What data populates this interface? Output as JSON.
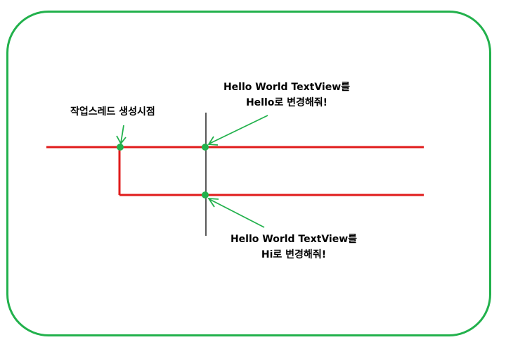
{
  "colors": {
    "frame": "#22b14c",
    "thread_line": "#e01b1b",
    "marker": "#22b14c",
    "arrow": "#22b14c",
    "time_line": "#000000"
  },
  "labels": {
    "thread_creation": "작업스레드 생성시점",
    "hello_request": {
      "line1": "Hello World TextView를",
      "line2": "Hello로 변경해줘!"
    },
    "hi_request": {
      "line1": "Hello World TextView를",
      "line2": "Hi로 변경해줘!"
    }
  }
}
